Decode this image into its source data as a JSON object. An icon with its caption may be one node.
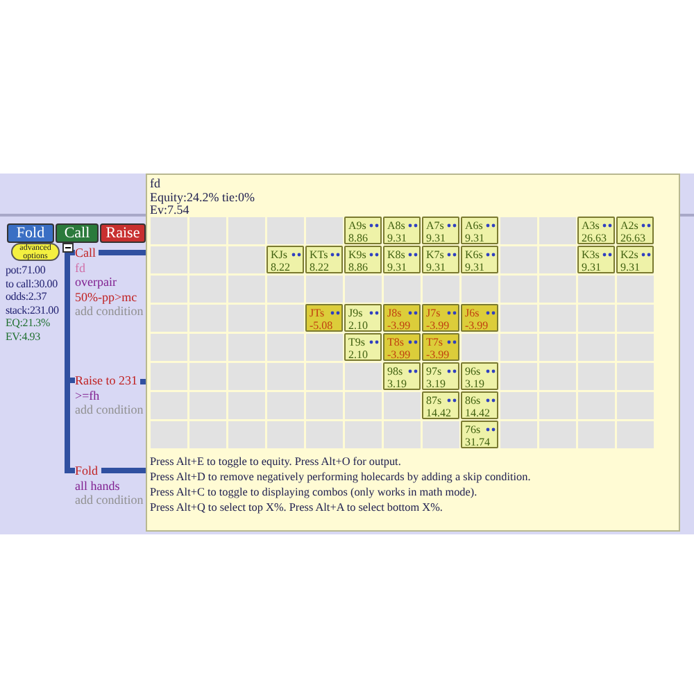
{
  "diagram": {
    "nodes": [
      {
        "text": [
          "Fold"
        ]
      },
      {
        "text": [
          "Call"
        ]
      },
      {
        "text": [
          "Raise"
        ]
      },
      {
        "text": [
          "advanced options"
        ]
      },
      {
        "text": [],
        "shape": "box"
      },
      {
        "text": [
          "Call",
          "fd",
          "overpair",
          "50%-pp>mc",
          "add condition"
        ]
      },
      {
        "text": [
          "Raise to 231",
          ">=fh",
          "add condition"
        ]
      },
      {
        "text": [
          "Fold",
          "all hands",
          "add condition"
        ]
      },
      {
        "text": [
          "fd",
          "Equity:24.2% tie:0%",
          "Ev:7.54",
          "Press Alt+E to toggle to equity. Press Alt+O for output.",
          "Press Alt+D to remove negatively performing holecards by adding a skip condition.",
          "Press Alt+C to toggle to displaying combos (only works in math mode).",
          "Press Alt+Q to select top X%. Press Alt+A to select bottom X%."
        ]
      },
      {
        "text": [
          "A9s",
          "8.86"
        ],
        "in": 8
      },
      {
        "text": [
          "A8s",
          "9.31"
        ],
        "in": 8
      },
      {
        "text": [
          "A7s",
          "9.31"
        ],
        "in": 8
      },
      {
        "text": [
          "A6s",
          "9.31"
        ],
        "in": 8
      },
      {
        "text": [
          "A3s",
          "26.63"
        ],
        "in": 8
      },
      {
        "text": [
          "A2s",
          "26.63"
        ],
        "in": 8
      },
      {
        "text": [
          "KJs",
          "8.22"
        ],
        "in": 8
      },
      {
        "text": [
          "KTs",
          "8.22"
        ],
        "in": 8
      },
      {
        "text": [
          "K9s",
          "8.86"
        ],
        "in": 8
      },
      {
        "text": [
          "K8s",
          "9.31"
        ],
        "in": 8
      },
      {
        "text": [
          "K7s",
          "9.31"
        ],
        "in": 8
      },
      {
        "text": [
          "K6s",
          "9.31"
        ],
        "in": 8
      },
      {
        "text": [
          "K3s",
          "9.31"
        ],
        "in": 8
      },
      {
        "text": [
          "K2s",
          "9.31"
        ],
        "in": 8
      },
      {
        "text": [
          "JTs",
          "-5.08"
        ],
        "in": 8
      },
      {
        "text": [
          "J9s",
          "2.10"
        ],
        "in": 8
      },
      {
        "text": [
          "J8s",
          "-3.99"
        ],
        "in": 8
      },
      {
        "text": [
          "J7s",
          "-3.99"
        ],
        "in": 8
      },
      {
        "text": [
          "J6s",
          "-3.99"
        ],
        "in": 8
      },
      {
        "text": [
          "T9s",
          "2.10"
        ],
        "in": 8
      },
      {
        "text": [
          "T8s",
          "-3.99"
        ],
        "in": 8
      },
      {
        "text": [
          "T7s",
          "-3.99"
        ],
        "in": 8
      },
      {
        "text": [
          "98s",
          "3.19"
        ],
        "in": 8
      },
      {
        "text": [
          "97s",
          "3.19"
        ],
        "in": 8
      },
      {
        "text": [
          "96s",
          "3.19"
        ],
        "in": 8
      },
      {
        "text": [
          "87s",
          "14.42"
        ],
        "in": 8
      },
      {
        "text": [
          "86s",
          "14.42"
        ],
        "in": 8
      },
      {
        "text": [
          "76s",
          "31.74"
        ],
        "in": 8
      }
    ],
    "edges": [
      {
        "from": 4,
        "to": 5,
        "arrow": "none"
      },
      {
        "from": 4,
        "to": 6,
        "arrow": "none"
      },
      {
        "from": 4,
        "to": 7,
        "arrow": "none"
      }
    ],
    "labels": [
      "pot:71.00",
      "to call:30.00",
      "odds:2.37",
      "stack:231.00",
      "EQ:21.3%",
      "EV:4.93"
    ]
  }
}
